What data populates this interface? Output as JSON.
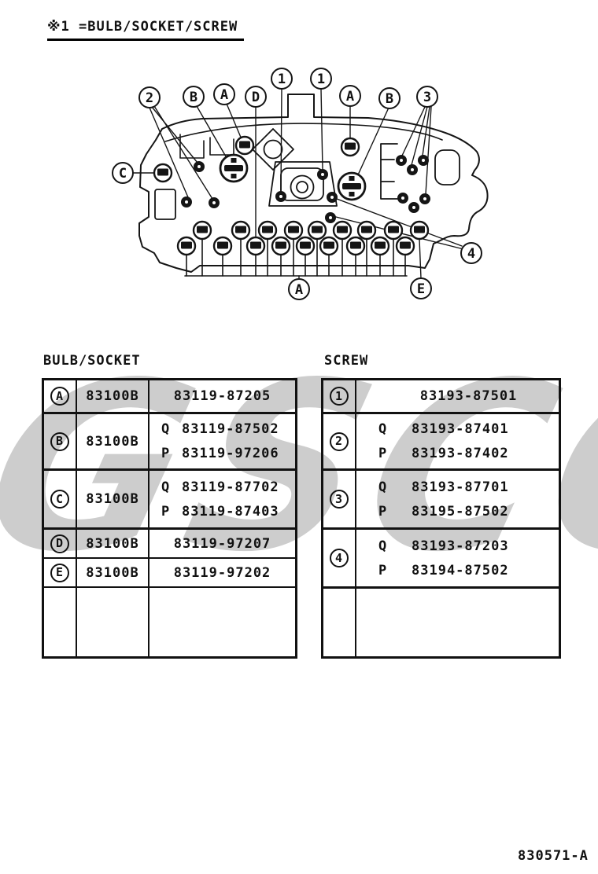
{
  "page": {
    "title": "※1 =BULB/SOCKET/SCREW",
    "doc_number": "830571-A"
  },
  "watermark": {
    "text": "GSCG",
    "color": "#c5c5c5"
  },
  "diagram": {
    "callouts": [
      {
        "label": "2"
      },
      {
        "label": "B"
      },
      {
        "label": "A"
      },
      {
        "label": "D"
      },
      {
        "label": "1"
      },
      {
        "label": "1"
      },
      {
        "label": "A"
      },
      {
        "label": "B"
      },
      {
        "label": "3"
      },
      {
        "label": "C"
      },
      {
        "label": "4"
      },
      {
        "label": "A"
      },
      {
        "label": "E"
      }
    ]
  },
  "bulb_socket": {
    "title": "BULB/SOCKET",
    "rows": [
      {
        "label": "A",
        "code": "83100B",
        "parts": [
          {
            "prefix": "",
            "number": "83119-87205"
          }
        ]
      },
      {
        "label": "B",
        "code": "83100B",
        "parts": [
          {
            "prefix": "Q",
            "number": "83119-87502"
          },
          {
            "prefix": "P",
            "number": "83119-97206"
          }
        ]
      },
      {
        "label": "C",
        "code": "83100B",
        "parts": [
          {
            "prefix": "Q",
            "number": "83119-87702"
          },
          {
            "prefix": "P",
            "number": "83119-87403"
          }
        ]
      },
      {
        "label": "D",
        "code": "83100B",
        "parts": [
          {
            "prefix": "",
            "number": "83119-97207"
          }
        ]
      },
      {
        "label": "E",
        "code": "83100B",
        "parts": [
          {
            "prefix": "",
            "number": "83119-97202"
          }
        ]
      }
    ]
  },
  "screw": {
    "title": "SCREW",
    "rows": [
      {
        "label": "1",
        "parts": [
          {
            "prefix": "",
            "number": "83193-87501"
          }
        ]
      },
      {
        "label": "2",
        "parts": [
          {
            "prefix": "Q",
            "number": "83193-87401"
          },
          {
            "prefix": "P",
            "number": "83193-87402"
          }
        ]
      },
      {
        "label": "3",
        "parts": [
          {
            "prefix": "Q",
            "number": "83193-87701"
          },
          {
            "prefix": "P",
            "number": "83195-87502"
          }
        ]
      },
      {
        "label": "4",
        "parts": [
          {
            "prefix": "Q",
            "number": "83193-87203"
          },
          {
            "prefix": "P",
            "number": "83194-87502"
          }
        ]
      }
    ]
  }
}
